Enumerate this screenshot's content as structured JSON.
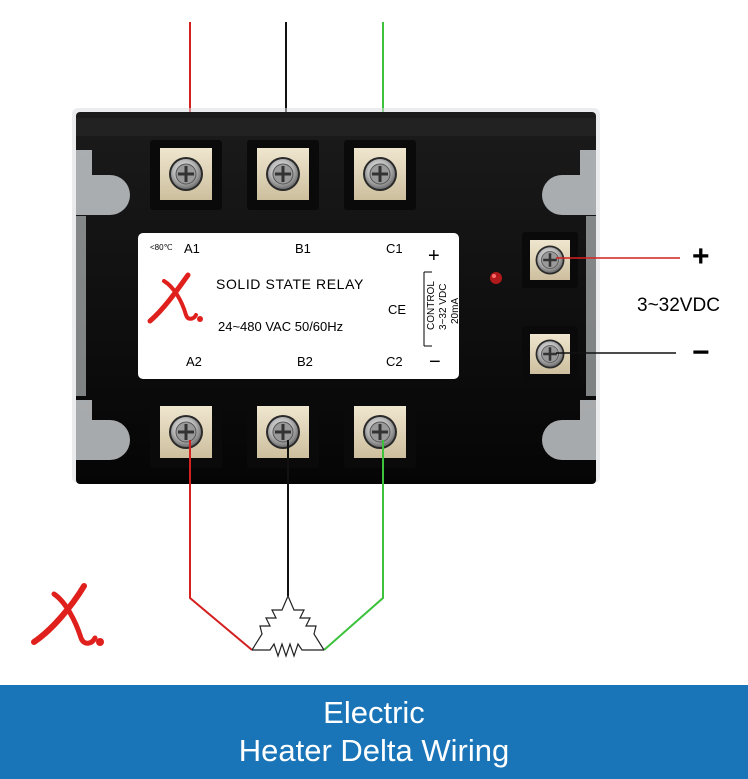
{
  "label": {
    "temp_rating": "<80℃",
    "a1": "A1",
    "b1": "B1",
    "c1": "C1",
    "a2": "A2",
    "b2": "B2",
    "c2": "C2",
    "plus": "+",
    "minus": "−",
    "title": "SOLID STATE RELAY",
    "rating": "24~480 VAC  50/60Hz",
    "ce": "CE",
    "control_1": "CONTROL",
    "control_2": "3~32 VDC",
    "control_3": "20mA"
  },
  "control_input": {
    "plus": "+",
    "minus": "−",
    "range": "3~32VDC"
  },
  "banner": {
    "line1": "Electric",
    "line2": "Heater Delta Wiring"
  },
  "colors": {
    "wire_a": "#d42020",
    "wire_b": "#111111",
    "wire_c": "#3cc23c",
    "banner": "#1a75b8",
    "logo": "#e0201c"
  }
}
